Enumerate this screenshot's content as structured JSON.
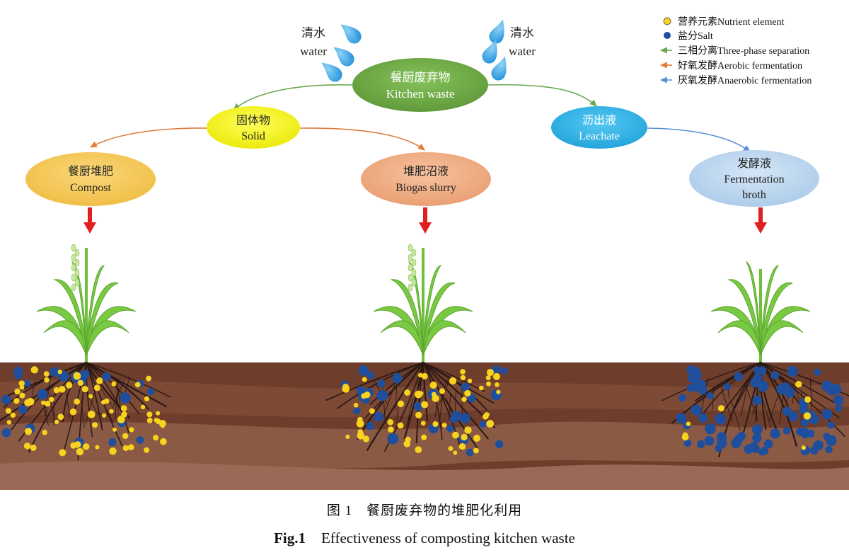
{
  "colors": {
    "nutrient": "#f7d21e",
    "salt": "#1f4f9c",
    "green_arrow": "#6aa84f",
    "orange_arrow": "#e07b39",
    "blue_arrow": "#5b8fd6",
    "soil_dark": "#6e3d2b",
    "soil_light": "#9a6a56",
    "red_arrow": "#e02020",
    "water_drop": "#3aa6e6"
  },
  "icons": [
    "water-drop-icon",
    "plant-icon",
    "down-arrow-icon"
  ],
  "water": {
    "zh": "清水",
    "en": "water"
  },
  "nodes": {
    "kitchen_waste": {
      "zh": "餐厨废弃物",
      "en": "Kitchen waste",
      "color": "#70a845"
    },
    "solid": {
      "zh": "固体物",
      "en": "Solid",
      "color": "#ffff1e"
    },
    "leachate": {
      "zh": "沥出液",
      "en": "Leachate",
      "color": "#2ab6ea"
    },
    "compost": {
      "zh": "餐厨堆肥",
      "en": "Compost",
      "color": "#f6cd5e"
    },
    "biogas": {
      "zh": "堆肥沼液",
      "en": "Biogas slurry",
      "color": "#f0ae86"
    },
    "fermentation": {
      "zh": "发酵液",
      "en1": "Fermentation",
      "en2": "broth",
      "color": "#bdd7ee"
    }
  },
  "legend": {
    "nutrient": "营养元素Nutrient element",
    "salt": "盐分Salt",
    "three_phase": "三相分离Three-phase separation",
    "aerobic": "好氧发酵Aerobic fermentation",
    "anaerobic": "厌氧发酵Anaerobic fermentation"
  },
  "caption": {
    "zh": "图 1　餐厨废弃物的堆肥化利用",
    "en_label": "Fig.1",
    "en_text": "Effectiveness of composting kitchen waste"
  }
}
